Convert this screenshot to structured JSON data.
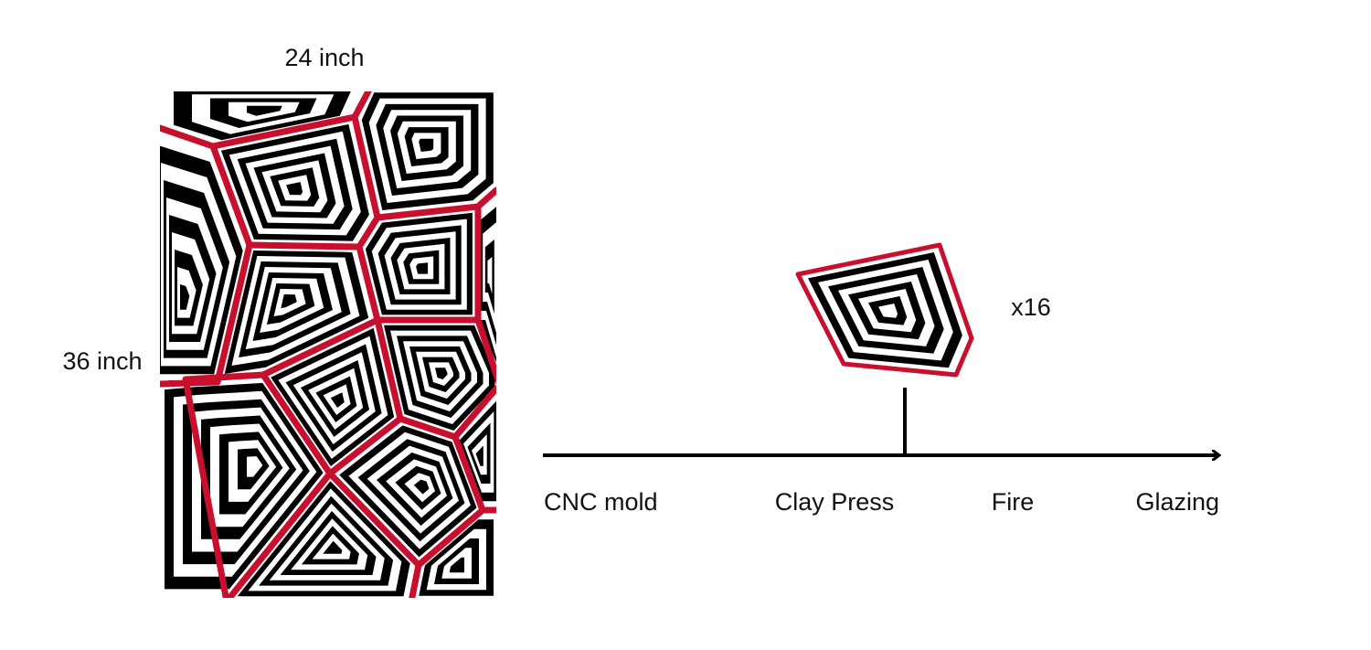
{
  "labels": {
    "width": "24 inch",
    "height": "36 inch",
    "count": "x16"
  },
  "process": {
    "steps": [
      "CNC mold",
      "Clay Press",
      "Fire",
      "Glazing"
    ]
  },
  "colors": {
    "outline": "#c8102e",
    "pattern": "#000000",
    "background": "#ffffff",
    "text": "#111111"
  }
}
